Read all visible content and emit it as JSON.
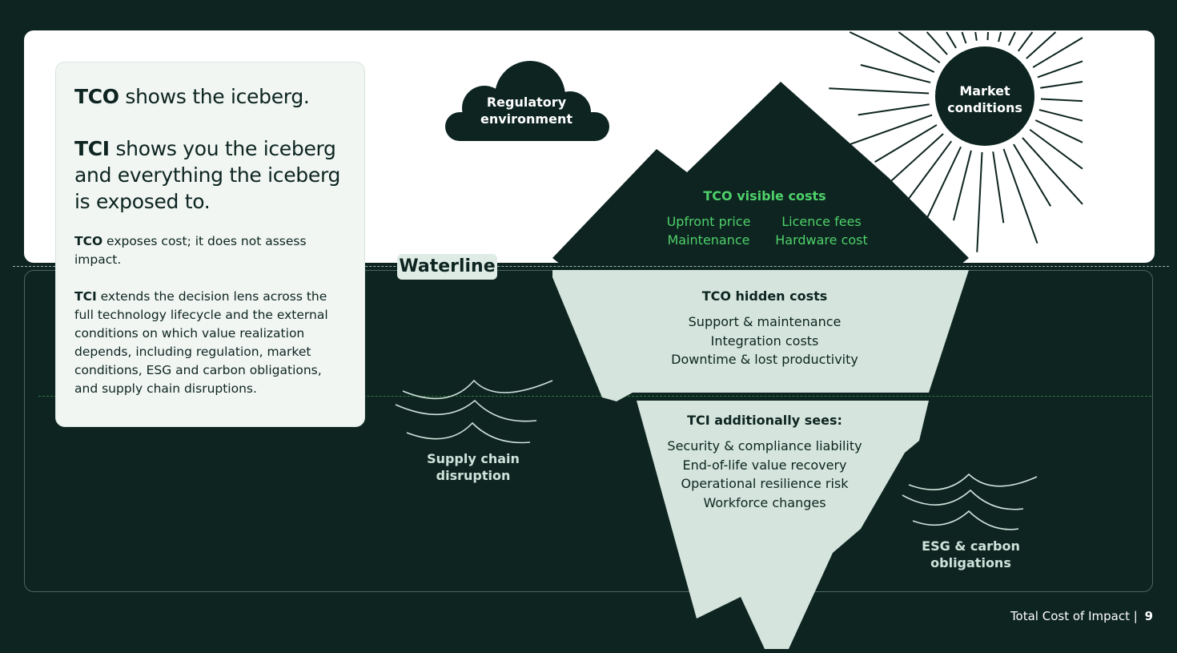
{
  "card": {
    "tco_term": "TCO",
    "tco_headline": " shows the iceberg.",
    "tci_term": "TCI",
    "tci_headline": " shows you the iceberg and everything the iceberg is exposed to.",
    "p1_term": "TCO",
    "p1_text": " exposes cost; it does not assess impact.",
    "p2_term": "TCI",
    "p2_text": " extends the decision lens across the full technology lifecycle and the external conditions on which value realization depends, including regulation, market conditions, ESG and carbon obligations, and supply chain disruptions."
  },
  "waterline": "Waterline",
  "external_factors": {
    "regulatory": "Regulatory environment",
    "market": "Market conditions",
    "supply_chain": "Supply chain disruption",
    "esg": "ESG & carbon obligations"
  },
  "iceberg": {
    "visible": {
      "title": "TCO visible costs",
      "items": [
        "Upfront price",
        "Licence fees",
        "Maintenance",
        "Hardware cost"
      ]
    },
    "hidden": {
      "title": "TCO hidden costs",
      "items": [
        "Support & maintenance",
        "Integration costs",
        "Downtime & lost productivity"
      ]
    },
    "tci": {
      "title": "TCI additionally sees:",
      "items": [
        "Security & compliance liability",
        "End-of-life value recovery",
        "Operational resilience risk",
        "Workforce changes"
      ]
    }
  },
  "footer": {
    "text": "Total Cost of Impact",
    "separator": " | ",
    "page": "9"
  },
  "colors": {
    "background": "#0d2420",
    "sky": "#ffffff",
    "ice": "#d5e5dd",
    "accent_green": "#4fd06a",
    "card": "#f1f6f3"
  }
}
